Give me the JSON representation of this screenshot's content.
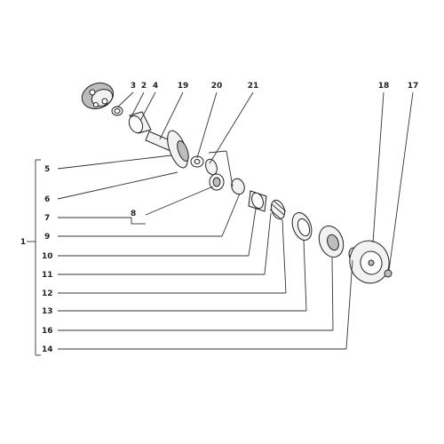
{
  "diagram": {
    "assembly_label": "1",
    "top_labels": [
      "3",
      "2",
      "4",
      "19",
      "20",
      "21",
      "18",
      "17"
    ],
    "left_labels": [
      "5",
      "6",
      "7",
      "8",
      "9",
      "10",
      "11",
      "12",
      "13",
      "16",
      "14"
    ]
  }
}
